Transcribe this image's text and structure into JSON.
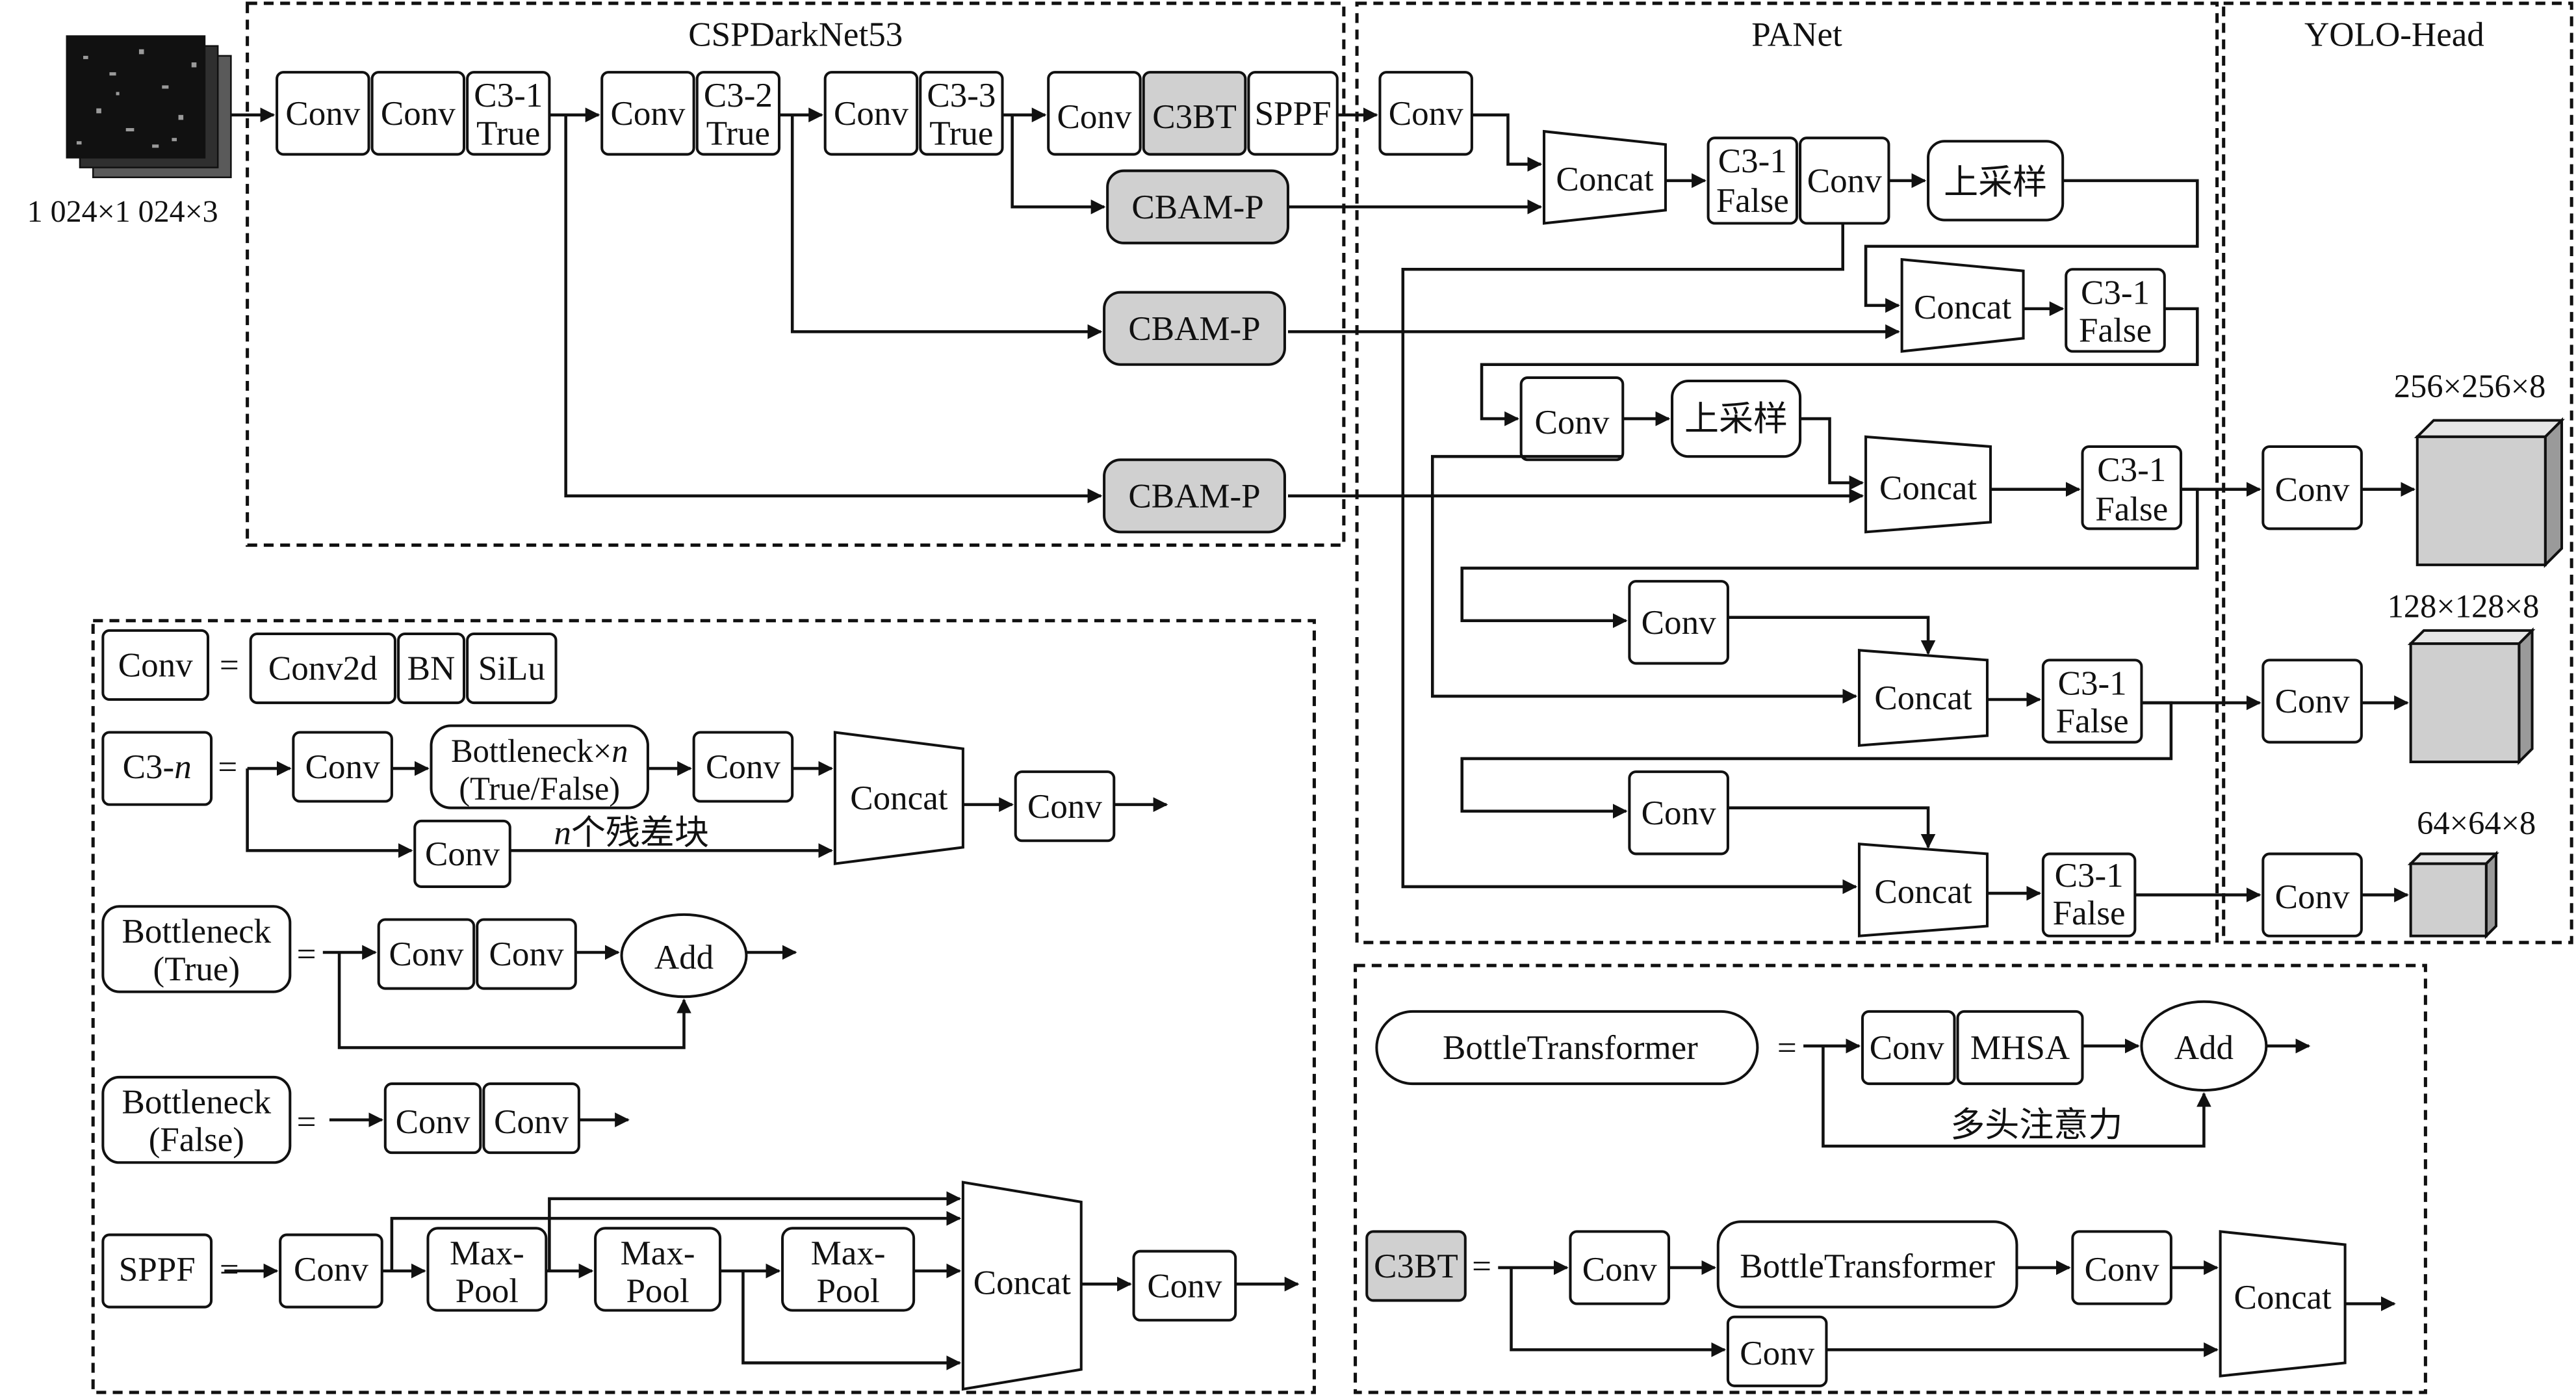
{
  "input": {
    "size_label": "1 024×1 024×3"
  },
  "sections": {
    "backbone": "CSPDarkNet53",
    "neck": "PANet",
    "head": "YOLO-Head"
  },
  "colors": {
    "highlight": "#d0d0d0",
    "stroke": "#111111",
    "background": "#ffffff"
  },
  "labels": {
    "conv": "Conv",
    "c3_1": "C3-1",
    "c3_2": "C3-2",
    "c3_3": "C3-3",
    "true_word": "True",
    "false_word": "False",
    "c3bt": "C3BT",
    "sppf": "SPPF",
    "cbam_p": "CBAM-P",
    "concat": "Concat",
    "upsample": "上采样",
    "conv2d": "Conv2d",
    "bn": "BN",
    "silu": "SiLu",
    "c3_n_prefix": "C3-",
    "n": "n",
    "bottleneck_x": "Bottleneck×",
    "true_false": "(True/False)",
    "residual_blocks": "个残差块",
    "bottleneck": "Bottleneck",
    "true_paren": "(True)",
    "false_paren": "(False)",
    "add": "Add",
    "max": "Max-",
    "pool": "Pool",
    "bottle_transformer": "BottleTransformer",
    "mhsa": "MHSA",
    "multihead_attention": "多头注意力",
    "equals": "="
  },
  "outputs": [
    "256×256×8",
    "128×128×8",
    "64×64×8"
  ]
}
